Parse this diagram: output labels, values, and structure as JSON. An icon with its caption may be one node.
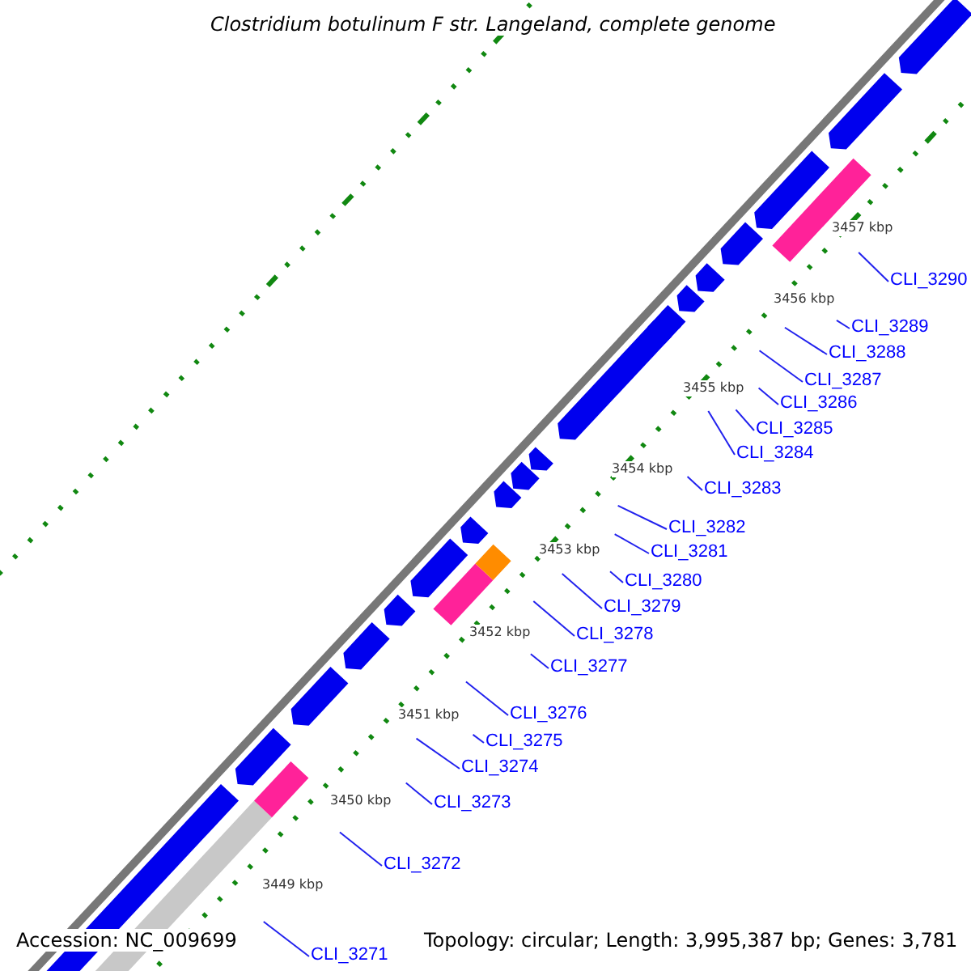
{
  "diagram": {
    "title": "Clostridium botulinum F str. Langeland, complete genome",
    "nodes": [
      {
        "text": [
          "CLI_3271"
        ]
      },
      {
        "text": [
          "CLI_3272"
        ]
      },
      {
        "text": [
          "CLI_3273"
        ]
      },
      {
        "text": [
          "CLI_3274"
        ]
      },
      {
        "text": [
          "CLI_3275"
        ]
      },
      {
        "text": [
          "CLI_3276"
        ]
      },
      {
        "text": [
          "CLI_3277"
        ]
      },
      {
        "text": [
          "CLI_3278"
        ]
      },
      {
        "text": [
          "CLI_3279"
        ]
      },
      {
        "text": [
          "CLI_3280"
        ]
      },
      {
        "text": [
          "CLI_3281"
        ]
      },
      {
        "text": [
          "CLI_3282"
        ]
      },
      {
        "text": [
          "CLI_3283"
        ]
      },
      {
        "text": [
          "CLI_3284"
        ]
      },
      {
        "text": [
          "CLI_3285"
        ]
      },
      {
        "text": [
          "CLI_3286"
        ]
      },
      {
        "text": [
          "CLI_3287"
        ]
      },
      {
        "text": [
          "CLI_3288"
        ]
      },
      {
        "text": [
          "CLI_3289"
        ]
      },
      {
        "text": [
          "CLI_3290"
        ]
      }
    ],
    "edges": [
      {
        "from": 0,
        "to": null,
        "arrow": "none"
      },
      {
        "from": 1,
        "to": null,
        "arrow": "none"
      },
      {
        "from": 2,
        "to": null,
        "arrow": "none"
      },
      {
        "from": 3,
        "to": null,
        "arrow": "none"
      },
      {
        "from": 4,
        "to": null,
        "arrow": "none"
      },
      {
        "from": 5,
        "to": null,
        "arrow": "none"
      },
      {
        "from": 6,
        "to": null,
        "arrow": "none"
      },
      {
        "from": 7,
        "to": null,
        "arrow": "none"
      },
      {
        "from": 8,
        "to": null,
        "arrow": "none"
      },
      {
        "from": 9,
        "to": null,
        "arrow": "none"
      },
      {
        "from": 10,
        "to": null,
        "arrow": "none"
      },
      {
        "from": 11,
        "to": null,
        "arrow": "none"
      },
      {
        "from": 12,
        "to": null,
        "arrow": "none"
      },
      {
        "from": 13,
        "to": null,
        "arrow": "none"
      },
      {
        "from": 14,
        "to": null,
        "arrow": "none"
      },
      {
        "from": 15,
        "to": null,
        "arrow": "none"
      },
      {
        "from": 16,
        "to": null,
        "arrow": "none"
      },
      {
        "from": 17,
        "to": null,
        "arrow": "none"
      },
      {
        "from": 18,
        "to": null,
        "arrow": "none"
      },
      {
        "from": 19,
        "to": null,
        "arrow": "none"
      }
    ],
    "labels": [
      "3457 kbp",
      "3456 kbp",
      "3455 kbp",
      "3454 kbp",
      "3453 kbp",
      "3452 kbp",
      "3451 kbp",
      "3450 kbp",
      "3449 kbp",
      "Accession: NC_009699",
      "Topology: circular; Length: 3,995,387 bp; Genes: 3,781"
    ]
  }
}
